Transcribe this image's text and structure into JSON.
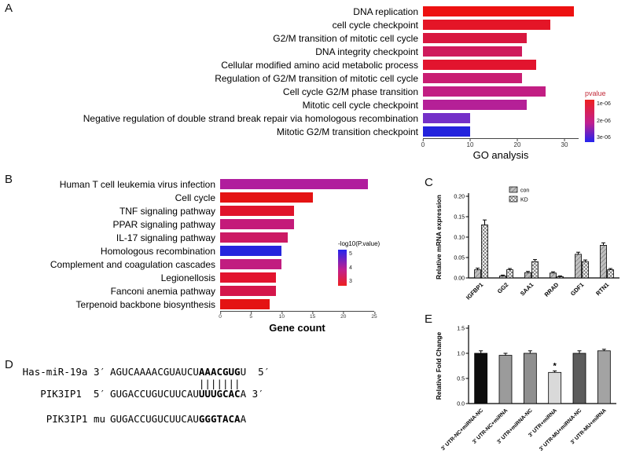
{
  "panel_labels": {
    "a": "A",
    "b": "B",
    "c": "C",
    "d": "D",
    "e": "E"
  },
  "chart_data": [
    {
      "id": "go_analysis",
      "type": "bar",
      "orientation": "horizontal",
      "xlabel": "GO analysis",
      "xlim": [
        0,
        33
      ],
      "xticks": [
        0,
        10,
        20,
        30
      ],
      "categories": [
        "DNA replication",
        "cell cycle checkpoint",
        "G2/M transition of mitotic cell cycle",
        "DNA integrity checkpoint",
        "Cellular modified amino acid metabolic process",
        "Regulation of G2/M transition of mitotic cell cycle",
        "Cell cycle G2/M phase transition",
        "Mitotic cell cycle checkpoint",
        "Negative regulation of double strand break repair via homologous recombination",
        "Mitotic G2/M transition checkpoint"
      ],
      "values": [
        32,
        27,
        22,
        21,
        24,
        21,
        26,
        22,
        10,
        10
      ],
      "bar_colors": [
        "#ed1111",
        "#e41527",
        "#d8173f",
        "#cf1a5c",
        "#e2142e",
        "#c91d72",
        "#c21e83",
        "#b52097",
        "#7430c8",
        "#2323dd"
      ],
      "legend": {
        "title": "pvalue",
        "ticks": [
          "1e-06",
          "2e-06",
          "3e-06"
        ],
        "gradient_top": "#ee2020",
        "gradient_mid": "#c02090",
        "gradient_bottom": "#2424ee"
      }
    },
    {
      "id": "kegg_pathways",
      "type": "bar",
      "orientation": "horizontal",
      "xlabel": "Gene count",
      "xlim": [
        0,
        25
      ],
      "xticks": [
        0,
        5,
        10,
        15,
        20,
        25
      ],
      "categories": [
        "Human T cell leukemia virus infection",
        "Cell cycle",
        "TNF signaling pathway",
        "PPAR signaling pathway",
        "IL-17 signaling pathway",
        "Homologous recombination",
        "Complement and coagulation cascades",
        "Legionellosis",
        "Fanconi anemia pathway",
        "Terpenoid backbone biosynthesis"
      ],
      "values": [
        24,
        15,
        12,
        12,
        11,
        10,
        10,
        9,
        9,
        8
      ],
      "bar_colors": [
        "#b01d9d",
        "#e41313",
        "#e0142c",
        "#c41b7a",
        "#cc1a64",
        "#2525dd",
        "#c11d80",
        "#e2142e",
        "#d4174b",
        "#e41313"
      ],
      "legend": {
        "title": "-log10(P.value)",
        "ticks": [
          "5",
          "4",
          "3"
        ],
        "gradient_top": "#2424ee",
        "gradient_mid": "#c02090",
        "gradient_bottom": "#ee2020"
      }
    },
    {
      "id": "mrna_expression",
      "type": "bar",
      "orientation": "vertical",
      "grouped": true,
      "ylabel": "Relative mRNA expression",
      "ylim": [
        0,
        0.2
      ],
      "yticks": [
        0,
        0.05,
        0.1,
        0.15,
        0.2
      ],
      "ydecimals": 2,
      "categories": [
        "IGFBP1",
        "GG2",
        "SAA1",
        "RRAD",
        "GDF1",
        "RTN1"
      ],
      "series": [
        {
          "name": "con",
          "values": [
            0.02,
            0.005,
            0.013,
            0.012,
            0.058,
            0.08
          ],
          "errors": [
            0.004,
            0.002,
            0.003,
            0.003,
            0.005,
            0.006
          ],
          "fill": "pattern-con"
        },
        {
          "name": "KD",
          "values": [
            0.13,
            0.02,
            0.04,
            0.003,
            0.04,
            0.02
          ],
          "errors": [
            0.012,
            0.003,
            0.005,
            0.002,
            0.004,
            0.003
          ],
          "fill": "pattern-kd"
        }
      ]
    },
    {
      "id": "fold_change",
      "type": "bar",
      "orientation": "vertical",
      "ylabel": "Relative Fold Change",
      "ylim": [
        0,
        1.5
      ],
      "yticks": [
        0,
        0.5,
        1,
        1.5
      ],
      "ydecimals": 1,
      "categories": [
        "3' UTR-NC+miRNA-NC",
        "3' UTR-NC+miRNA",
        "3' UTR+miRNA-NC",
        "3' UTR+miRNA",
        "3' UTR-MU+miRNA-NC",
        "3' UTR-MU+miRNA"
      ],
      "values": [
        1.0,
        0.96,
        1.0,
        0.62,
        1.0,
        1.05
      ],
      "errors": [
        0.05,
        0.04,
        0.05,
        0.03,
        0.05,
        0.03
      ],
      "bar_colors": [
        "#0d0d0d",
        "#9b9b9b",
        "#8f8f8f",
        "#d9d9d9",
        "#5c5c5c",
        "#a3a3a3"
      ],
      "significance": {
        "bar_index": 3,
        "symbol": "*"
      }
    }
  ],
  "alignment": {
    "rows": [
      {
        "label": "Has-miR-19a 3′",
        "pre": "AGUCAAAACGUAUCU",
        "bold": "AAACGUG",
        "post": "U  5′"
      },
      {
        "label": "",
        "pipes": "               |||||||"
      },
      {
        "label": "PIK3IP1  5′",
        "pre": "GUGACCUGUCUUCAU",
        "bold": "UUUGCAC",
        "post": "A 3′"
      },
      {
        "label": "PIK3IP1 mu",
        "pre": "GUGACCUGUCUUCAU",
        "bold": "GGGTACA",
        "post": "A"
      }
    ]
  }
}
